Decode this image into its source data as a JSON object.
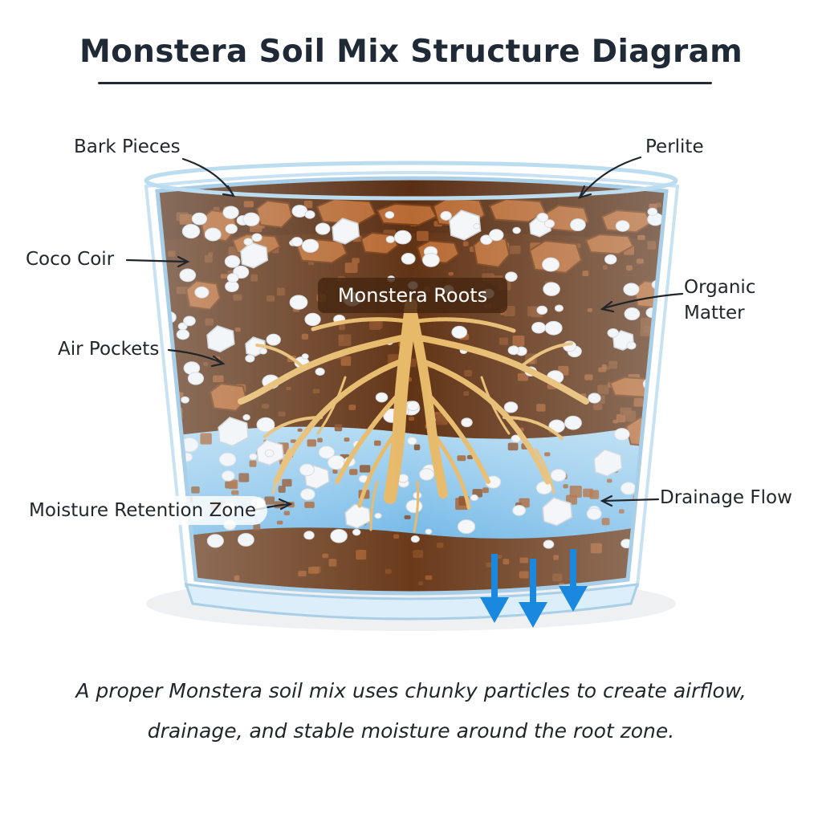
{
  "title": "Monstera Soil Mix Structure Diagram",
  "labels": {
    "bark_pieces": "Bark Pieces",
    "perlite": "Perlite",
    "coco_coir": "Coco Coir",
    "organic_matter_line1": "Organic",
    "organic_matter_line2": "Matter",
    "air_pockets": "Air Pockets",
    "monstera_roots": "Monstera Roots",
    "moisture_retention_zone": "Moisture Retention Zone",
    "drainage_flow": "Drainage Flow"
  },
  "caption": {
    "line1": "A proper Monstera soil mix uses chunky particles to create airflow,",
    "line2": "drainage, and stable moisture around the root zone."
  },
  "colors": {
    "soil_dark": "#5a2f14",
    "soil_mid": "#7a4420",
    "bark": "#b86a33",
    "perlite": "#f4f6f8",
    "roots": "#e7b968",
    "water": "#8ec8ec",
    "drainage_arrow": "#1a88de",
    "glass": "#cfe6f5"
  }
}
